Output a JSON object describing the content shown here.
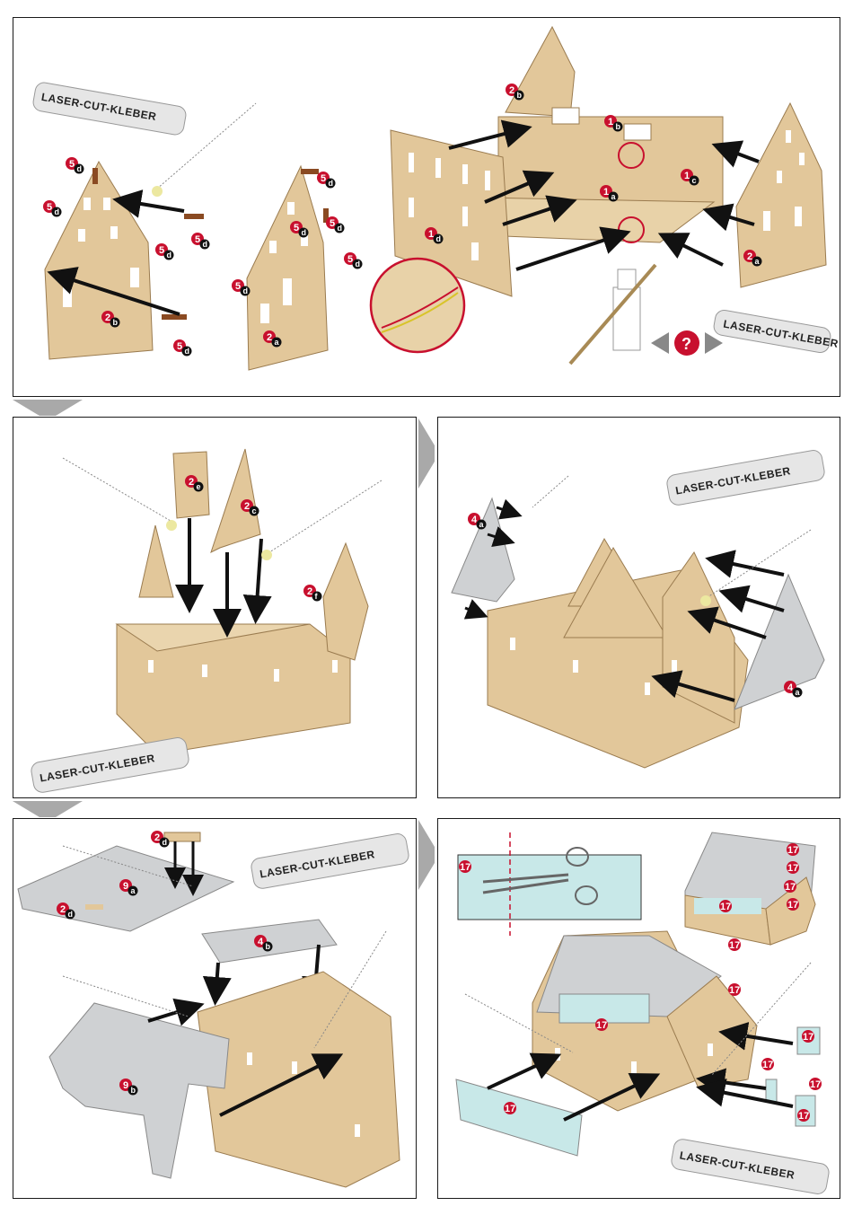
{
  "glue_label": "LASER-CUT-KLEBER",
  "badges": {
    "p1": [
      {
        "num": "5",
        "sub": "d"
      },
      {
        "num": "5",
        "sub": "d"
      },
      {
        "num": "5",
        "sub": "d"
      },
      {
        "num": "5",
        "sub": "d"
      },
      {
        "num": "5",
        "sub": "d"
      },
      {
        "num": "2",
        "sub": "b"
      },
      {
        "num": "5",
        "sub": "d"
      },
      {
        "num": "5",
        "sub": "d"
      },
      {
        "num": "5",
        "sub": "d"
      },
      {
        "num": "5",
        "sub": "d"
      },
      {
        "num": "5",
        "sub": "d"
      },
      {
        "num": "2",
        "sub": "a"
      },
      {
        "num": "2",
        "sub": "b"
      },
      {
        "num": "1",
        "sub": "b"
      },
      {
        "num": "1",
        "sub": "d"
      },
      {
        "num": "1",
        "sub": "a"
      },
      {
        "num": "1",
        "sub": "c"
      },
      {
        "num": "2",
        "sub": "a"
      }
    ],
    "p2": [
      {
        "num": "2",
        "sub": "e"
      },
      {
        "num": "2",
        "sub": "c"
      },
      {
        "num": "2",
        "sub": "f"
      }
    ],
    "p3": [
      {
        "num": "4",
        "sub": "a"
      },
      {
        "num": "4",
        "sub": "a"
      }
    ],
    "p4": [
      {
        "num": "2",
        "sub": "d"
      },
      {
        "num": "9",
        "sub": "a"
      },
      {
        "num": "2",
        "sub": "d"
      },
      {
        "num": "4",
        "sub": "b"
      },
      {
        "num": "9",
        "sub": "b"
      }
    ],
    "p5": [
      "17",
      "17",
      "17",
      "17",
      "17",
      "17",
      "17",
      "17",
      "17",
      "17",
      "17",
      "17",
      "17",
      "17"
    ]
  },
  "colors": {
    "wood": "#e2c79a",
    "wood_dark": "#c9a877",
    "roof_grey": "#cfd1d3",
    "window_film": "#c8e8e8",
    "badge_red": "#c8102e",
    "arrow": "#111111"
  }
}
